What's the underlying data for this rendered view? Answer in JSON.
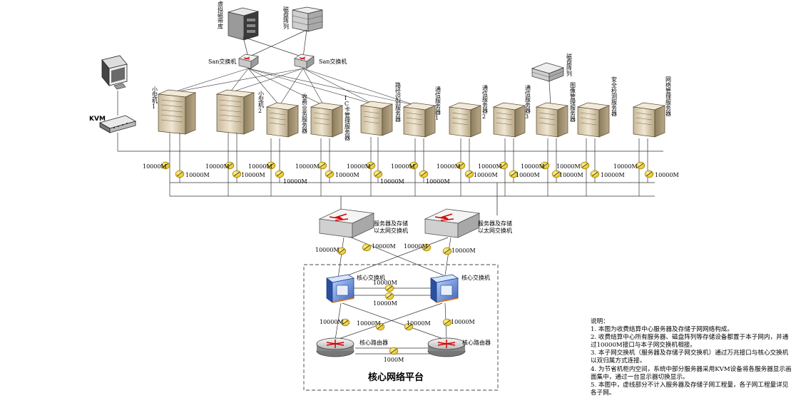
{
  "top_storage": {
    "tape_label": "虚拟磁带库",
    "disk_array_label": "磁盘阵列",
    "san_switches": [
      "San交换机",
      "San交换机"
    ]
  },
  "kvm_label": "KVM",
  "servers": [
    {
      "label": "小型机1",
      "kind": "big"
    },
    {
      "label": "小型机2",
      "kind": "big"
    },
    {
      "label": "收费业务服务器",
      "kind": "small"
    },
    {
      "label": "IC卡管理服务器",
      "kind": "small"
    },
    {
      "label": "路径识别服务器",
      "kind": "small"
    },
    {
      "label": "通信服务器1",
      "kind": "small"
    },
    {
      "label": "通信服务器2",
      "kind": "small"
    },
    {
      "label": "通信服务器3",
      "kind": "small"
    },
    {
      "label": "图像管理服务器",
      "kind": "small"
    },
    {
      "label": "安全检测服务器",
      "kind": "small"
    },
    {
      "label": "网络管理服务器",
      "kind": "small"
    }
  ],
  "image_disk_array_label": "磁盘阵列",
  "link_speed_10000": "10000M",
  "link_speed_1000": "1000M",
  "edge_switches": [
    "服务器及存储以太网交换机",
    "服务器及存储以太网交换机"
  ],
  "core": {
    "switches": [
      "核心交换机",
      "核心交换机"
    ],
    "routers": [
      "核心路由器",
      "核心路由器"
    ],
    "platform_title": "核心网络平台"
  },
  "notes": [
    "说明：",
    "1. 本图为收费结算中心服务器及存储子网网络构成。",
    "2. 收费结算中心所有服务器、磁盘阵列等存储设备都置于本子网内，并通过10000M接口与本子网交换机相接。",
    "3. 本子网交换机（服务器及存储子网交换机）通过万兆接口与核心交换机以双归属方式连接。",
    "4. 为节省机柜内空间，系统中部分服务器采用KVM设备将各服务器显示画面集中，通过一台显示器切换显示。",
    "5. 本图中，虚线部分不计入服务器及存储子网工程量，各子网工程量详见各子网。"
  ]
}
